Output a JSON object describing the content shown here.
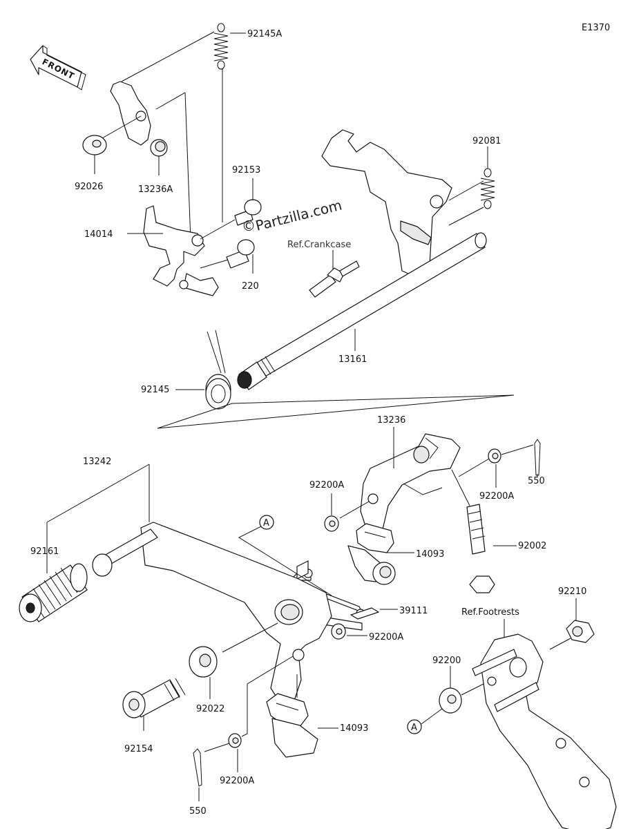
{
  "diagram": {
    "code": "E1370",
    "front_arrow_label": "FRONT",
    "watermark": "Partzilla.com",
    "watermark_symbol": "©",
    "ref_crankcase": "Ref.Crankcase",
    "ref_footrests": "Ref.Footrests",
    "callout_a": "A",
    "parts": {
      "p92145A": "92145A",
      "p92026": "92026",
      "p13236A": "13236A",
      "p14014": "14014",
      "p92153": "92153",
      "p220": "220",
      "p92081": "92081",
      "p13161": "13161",
      "p92145": "92145",
      "p13236": "13236",
      "p550_top": "550",
      "p92200A_r": "92200A",
      "p92200A_m": "92200A",
      "p92002": "92002",
      "p14093_top": "14093",
      "p13242": "13242",
      "p92161": "92161",
      "p39111": "39111",
      "p92200A_low": "92200A",
      "p92022": "92022",
      "p92154": "92154",
      "p14093_low": "14093",
      "p92200A_bot": "92200A",
      "p550_bot": "550",
      "p92210": "92210",
      "p92200": "92200"
    }
  }
}
